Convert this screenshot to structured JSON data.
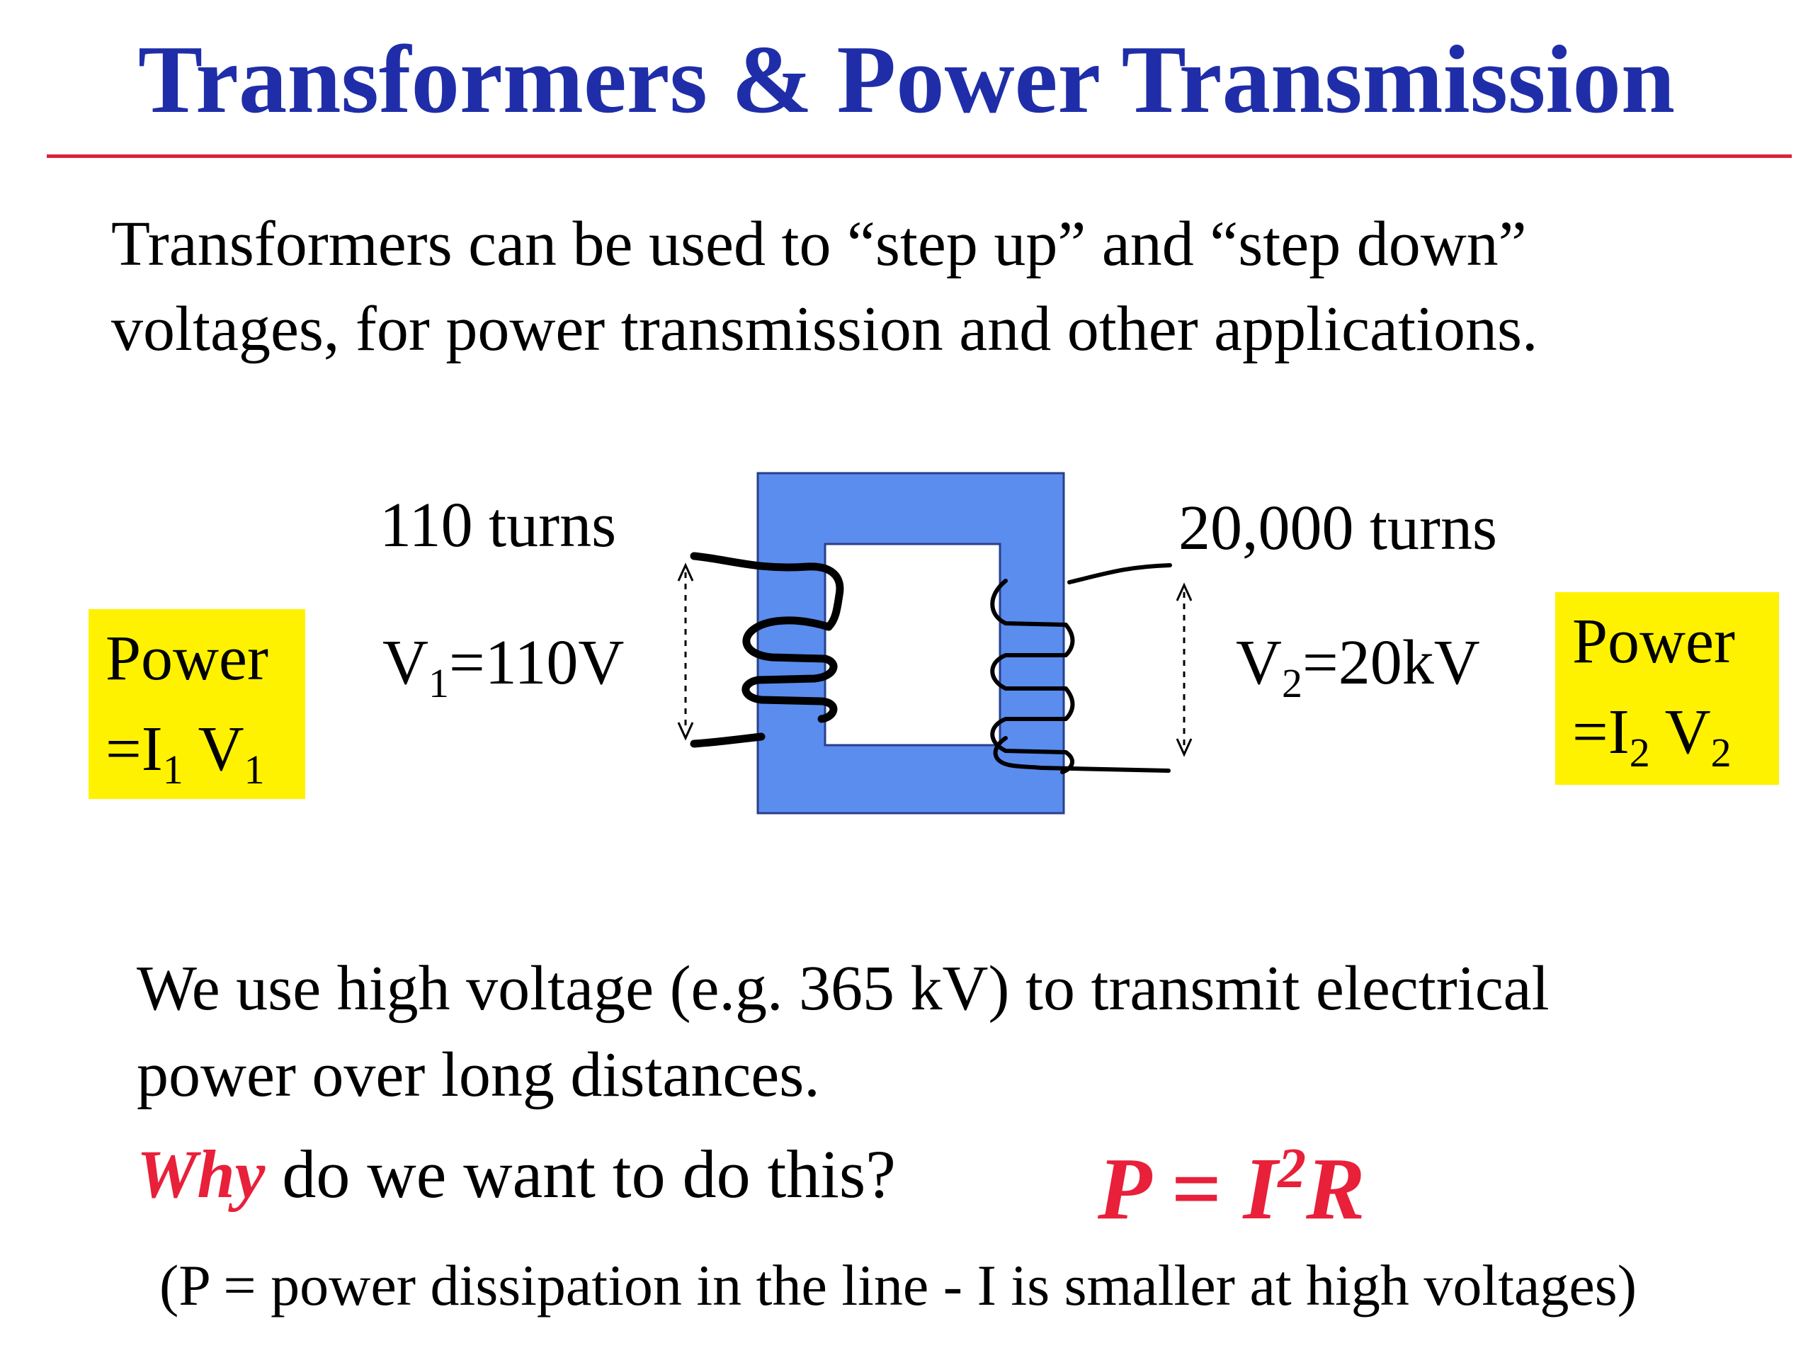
{
  "title": "Transformers & Power Transmission",
  "intro": {
    "line1": "Transformers can be used to “step up” and “step down”",
    "line2": "voltages, for power transmission and other applications."
  },
  "diagram": {
    "primary_turns": "110 turns",
    "secondary_turns": "20,000 turns",
    "v1_symbol": "V",
    "v1_sub": "1",
    "v1_value": "=110V",
    "v2_symbol": "V",
    "v2_sub": "2",
    "v2_value": "=20kV",
    "power_left": {
      "line1": "Power",
      "line2_prefix": "=I",
      "line2_sub_a": "1",
      "line2_mid": " V",
      "line2_sub_b": "1"
    },
    "power_right": {
      "line1": "Power",
      "line2_prefix": "=I",
      "line2_sub_a": "2",
      "line2_mid": " V",
      "line2_sub_b": "2"
    },
    "colors": {
      "core": "#5b8def",
      "highlight": "#fff200",
      "wire": "#000000"
    }
  },
  "body": {
    "line1": "We use high voltage (e.g. 365 kV) to transmit electrical",
    "line2": "power over long distances."
  },
  "question": {
    "why": "Why",
    "rest": " do we want to do this?"
  },
  "formula": {
    "lhs": "P = I",
    "exp": "2",
    "rhs": "R"
  },
  "note": "(P = power dissipation in the line - I is smaller at high voltages)",
  "colors": {
    "title": "#1f2ea8",
    "rule": "#d9243a",
    "accent": "#e8203a"
  }
}
